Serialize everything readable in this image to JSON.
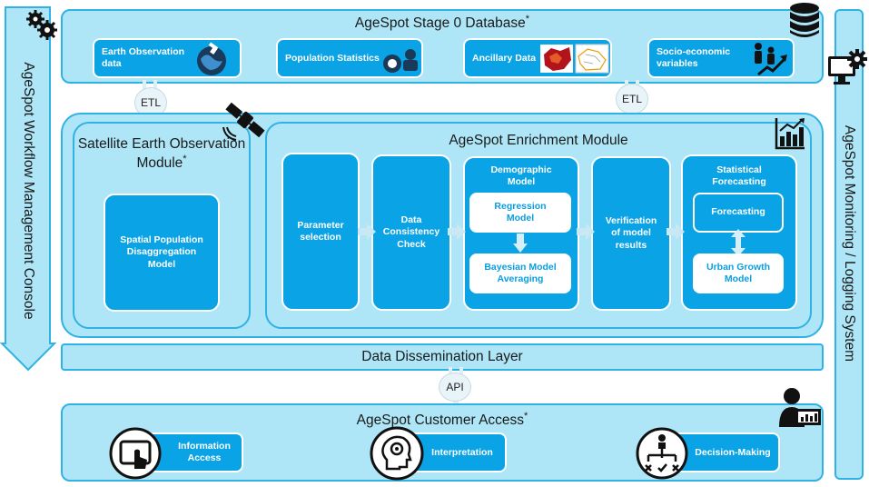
{
  "left_console": {
    "label": "AgeSpot  Workflow Management Console"
  },
  "right_console": {
    "label": "AgeSpot  Monitoring / Logging System"
  },
  "database": {
    "title": "AgeSpot Stage 0 Database",
    "asterisk": "*",
    "sources": [
      {
        "label": "Earth Observation data"
      },
      {
        "label": "Population Statistics"
      },
      {
        "label": "Ancillary Data"
      },
      {
        "label": "Socio-economic variables"
      }
    ]
  },
  "etl_left": "ETL",
  "etl_right": "ETL",
  "api": "API",
  "satellite_module": {
    "title": "Satellite Earth Observation Module",
    "asterisk": "*",
    "box": "Spatial Population Disaggregation Model"
  },
  "enrichment_module": {
    "title": "AgeSpot Enrichment Module",
    "steps": {
      "parameter": "Parameter selection",
      "consistency": "Data Consistency Check",
      "demographic": "Demographic Model",
      "regression": "Regression Model",
      "bayesian": "Bayesian Model Averaging",
      "verification": "Verification of model results",
      "statistical": "Statistical Forecasting",
      "forecasting": "Forecasting",
      "urban": "Urban Growth Model"
    }
  },
  "dissemination": {
    "title": "Data Dissemination Layer"
  },
  "customer": {
    "title": "AgeSpot Customer Access",
    "asterisk": "*",
    "items": [
      {
        "label": "Information Access"
      },
      {
        "label": "Interpretation"
      },
      {
        "label": "Decision-Making"
      }
    ]
  },
  "colors": {
    "accent": "#0aa3e6",
    "panel": "#aee6f7",
    "border": "#2fb2e4"
  }
}
